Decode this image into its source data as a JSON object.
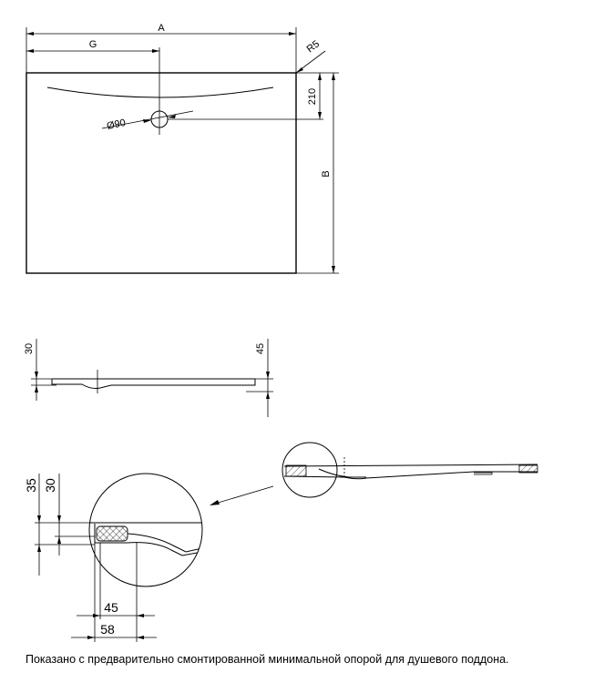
{
  "top_view": {
    "dim_a": "A",
    "dim_g": "G",
    "dim_r": "R5",
    "dim_210": "210",
    "dim_b": "B",
    "dim_drain": "Ø90"
  },
  "side_view": {
    "dim_left": "30",
    "dim_right": "45"
  },
  "detail_view": {
    "dim_35": "35",
    "dim_30": "30",
    "dim_45": "45",
    "dim_58": "58"
  },
  "caption": "Показано с предварительно смонтированной минимальной опорой для душевого поддона."
}
